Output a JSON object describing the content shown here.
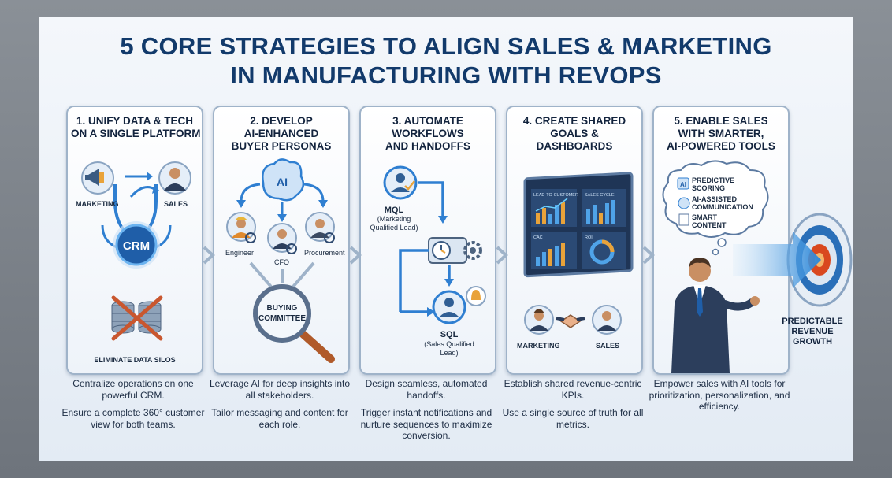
{
  "title": {
    "line1": "5 CORE STRATEGIES TO ALIGN SALES & MARKETING",
    "line2": "IN MANUFACTURING WITH REVOPS"
  },
  "cards": [
    {
      "title_line1": "1. UNIFY DATA & TECH",
      "title_line2": "ON A SINGLE PLATFORM",
      "labels": {
        "marketing": "MARKETING",
        "sales": "SALES",
        "crm": "CRM",
        "silos": "ELIMINATE DATA SILOS"
      },
      "desc": [
        "Centralize operations on one powerful CRM.",
        "Ensure a complete 360° customer view for both teams."
      ]
    },
    {
      "title_line1": "2. DEVELOP",
      "title_line2": "AI-ENHANCED",
      "title_line3": "BUYER PERSONAS",
      "labels": {
        "ai": "AI",
        "engineer": "Engineer",
        "cfo": "CFO",
        "procurement": "Procurement",
        "buying_1": "BUYING",
        "buying_2": "COMMITTEE"
      },
      "desc": [
        "Leverage AI for deep insights into all stakeholders.",
        "Tailor messaging and content for each role."
      ]
    },
    {
      "title_line1": "3. AUTOMATE",
      "title_line2": "WORKFLOWS",
      "title_line3": "AND HANDOFFS",
      "labels": {
        "mql": "MQL",
        "mql_sub1": "(Marketing",
        "mql_sub2": "Qualified Lead)",
        "sql": "SQL",
        "sql_sub1": "(Sales Qualified",
        "sql_sub2": "Lead)"
      },
      "desc": [
        "Design seamless, automated handoffs.",
        "Trigger instant notifications and nurture sequences to maximize conversion."
      ]
    },
    {
      "title_line1": "4. CREATE SHARED",
      "title_line2": "GOALS &",
      "title_line3": "DASHBOARDS",
      "labels": {
        "panel1": "LEAD-TO-CUSTOMER",
        "panel2": "SALES CYCLE",
        "panel3": "CAC",
        "panel4": "ROI",
        "marketing": "MARKETING",
        "sales": "SALES"
      },
      "desc": [
        "Establish shared revenue-centric KPIs.",
        "Use a single source of truth for all metrics."
      ]
    },
    {
      "title_line1": "5. ENABLE SALES",
      "title_line2": "WITH SMARTER,",
      "title_line3": "AI-POWERED TOOLS",
      "labels": {
        "ai": "AI",
        "predictive_1": "PREDICTIVE",
        "predictive_2": "SCORING",
        "assisted_1": "AI-ASSISTED",
        "assisted_2": "COMMUNICATION",
        "smart_1": "SMART",
        "smart_2": "CONTENT"
      },
      "desc": [
        "Empower sales with AI tools for prioritization, personalization, and efficiency."
      ]
    }
  ],
  "target": {
    "line1": "PREDICTABLE",
    "line2": "REVENUE",
    "line3": "GROWTH"
  },
  "colors": {
    "title": "#123a6b",
    "accent_blue": "#2f7fd1",
    "arrow_blue": "#2a86d8",
    "card_border": "#9fb3c9",
    "cross": "#c9572f",
    "target_red": "#d9481f"
  },
  "icons": [
    "megaphone-icon",
    "person-icon",
    "crm-icon",
    "database-icon",
    "ai-brain-icon",
    "magnifier-icon",
    "clock-icon",
    "gear-icon",
    "bell-icon",
    "dashboard-icon",
    "handshake-icon",
    "target-icon",
    "chevron-right-icon"
  ]
}
